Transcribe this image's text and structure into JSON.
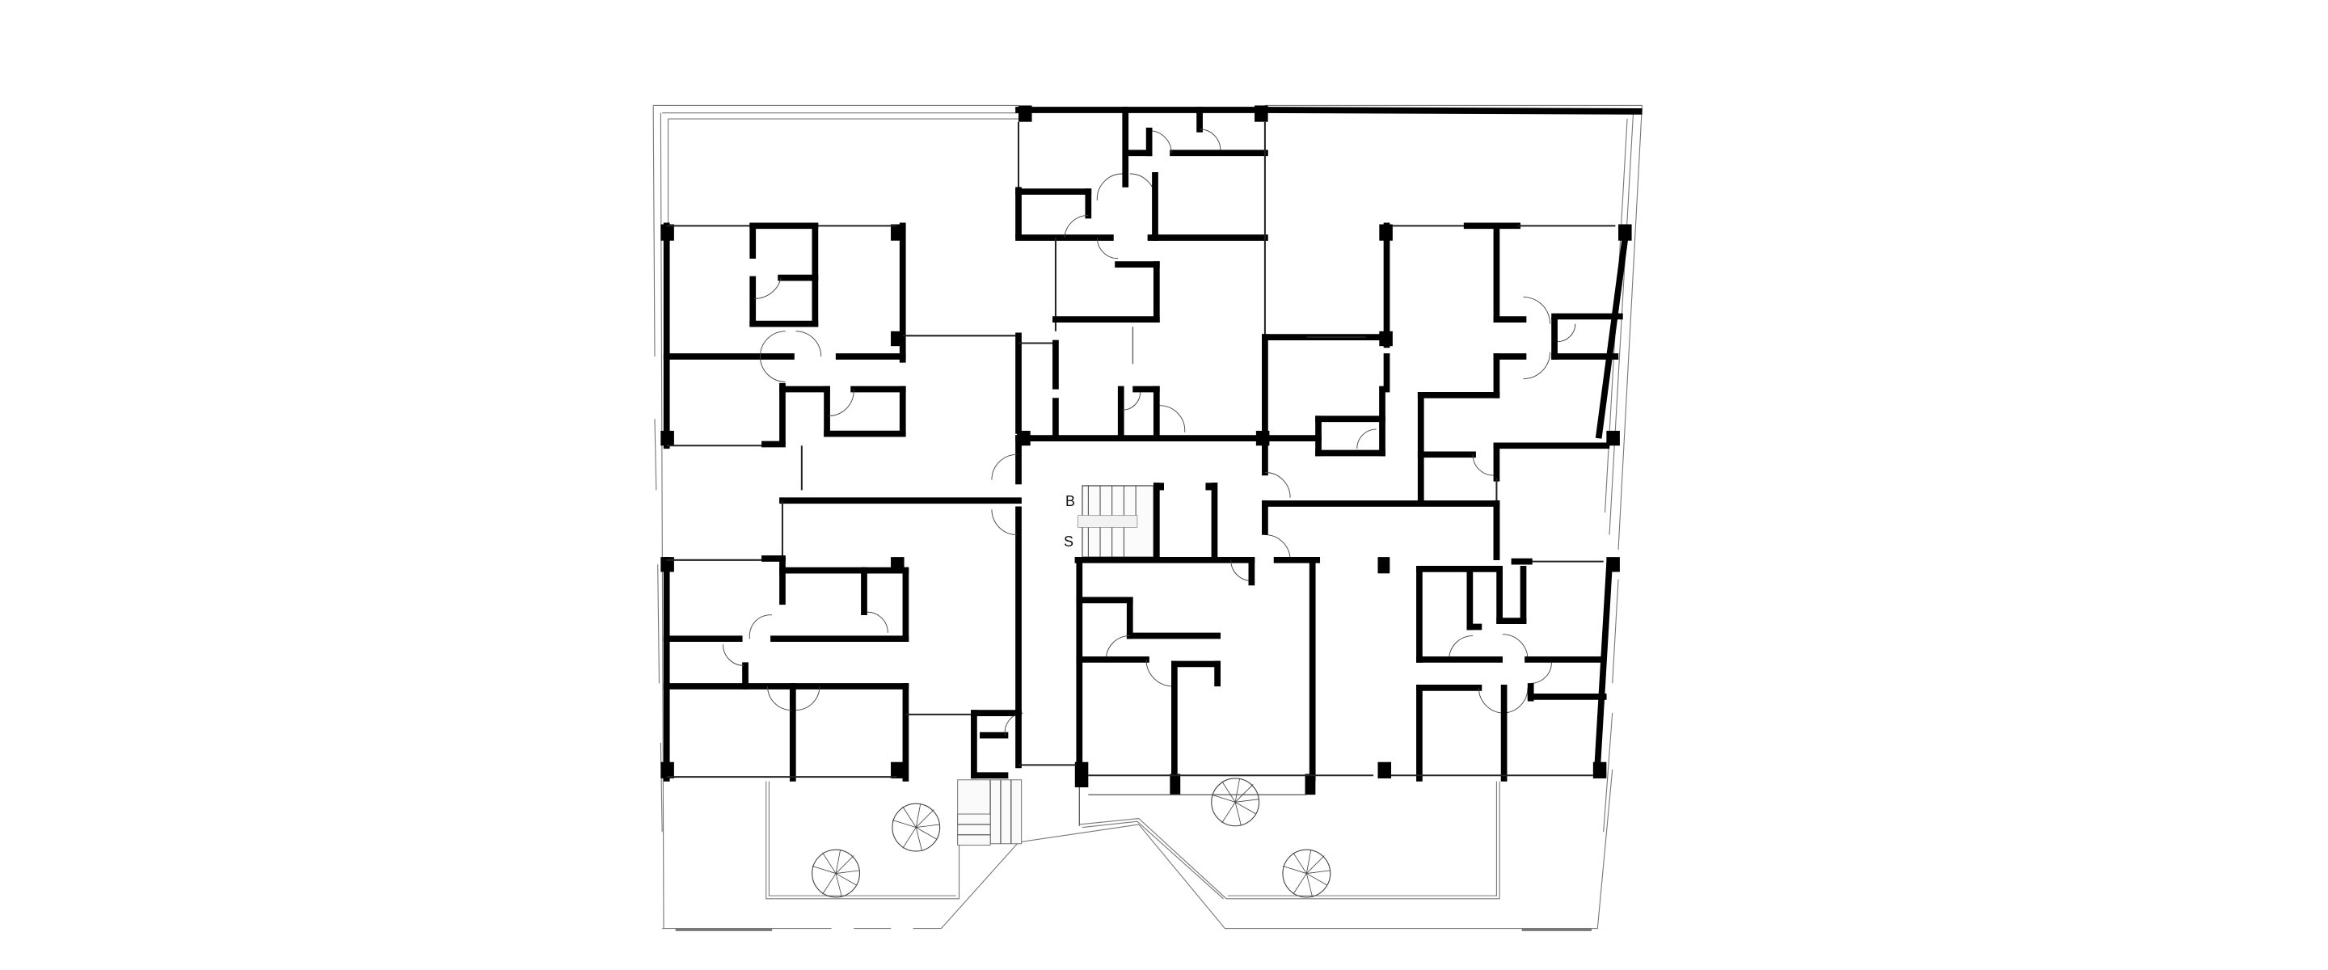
{
  "drawing": {
    "type": "architectural floor plan",
    "labels": {
      "stair_up": "B",
      "stair_down": "S"
    },
    "colors": {
      "walls": "#000000",
      "background": "#ffffff",
      "thin_lines": "#555555"
    },
    "elements": {
      "wings": [
        "north-west apartment",
        "south-west apartment",
        "north-center apartment",
        "north-east apartment",
        "south-center apartment",
        "south-east apartment"
      ],
      "core": "central staircase and elevator core",
      "terraces": [
        "left garden terrace",
        "right garden terrace"
      ],
      "trees": 4,
      "entrance": "central trapezoidal entrance forecourt"
    }
  }
}
